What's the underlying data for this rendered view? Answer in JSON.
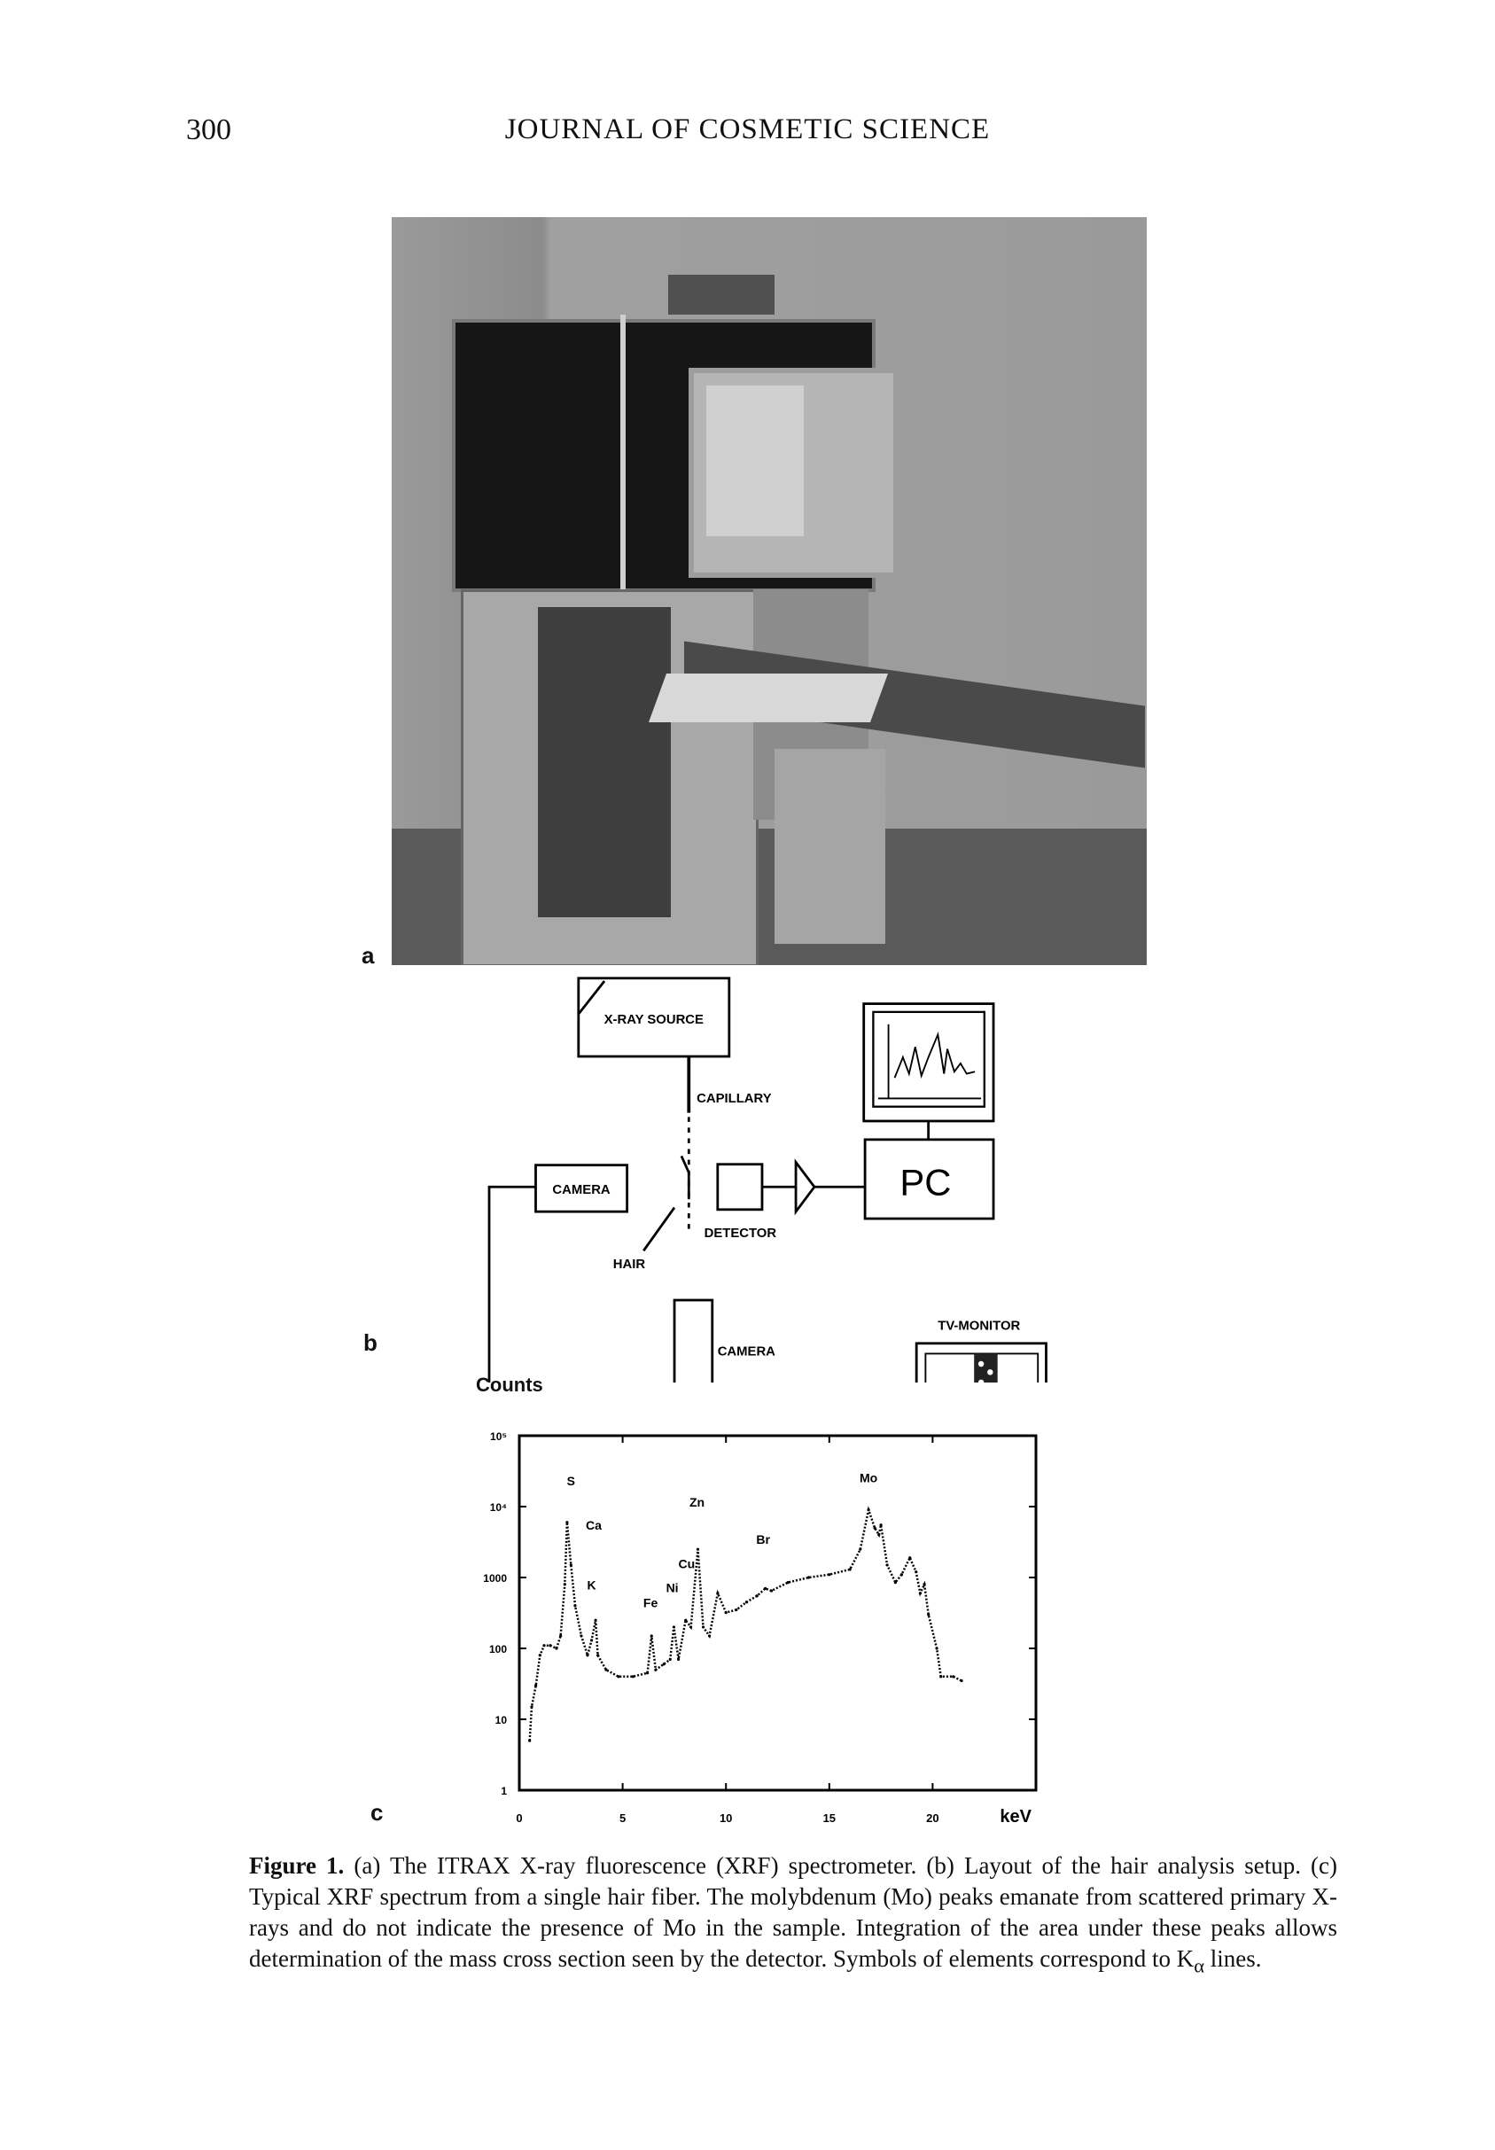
{
  "header": {
    "page_number": "300",
    "journal_title": "JOURNAL OF COSMETIC SCIENCE"
  },
  "figure": {
    "panel_labels": {
      "a": "a",
      "b": "b",
      "c": "c"
    },
    "diagram": {
      "xray_source": "X-RAY SOURCE",
      "capillary": "CAPILLARY",
      "camera_left": "CAMERA",
      "hair": "HAIR",
      "detector": "DETECTOR",
      "pc": "PC",
      "camera_bottom": "CAMERA",
      "tv_monitor": "TV-MONITOR"
    },
    "caption": {
      "label": "Figure 1.",
      "text": "(a) The ITRAX X-ray fluorescence (XRF) spectrometer. (b) Layout of the hair analysis setup. (c) Typical XRF spectrum from a single hair fiber. The molybdenum (Mo) peaks emanate from scattered primary X-rays and do not indicate the presence of Mo in the sample. Integration of the area under these peaks allows determination of the mass cross section seen by the detector. Symbols of elements correspond to K",
      "subscript": "α",
      "tail": " lines."
    }
  },
  "chart_data": {
    "type": "line",
    "title": "",
    "xlabel": "keV",
    "ylabel": "Counts",
    "xlim": [
      0,
      25
    ],
    "ylim": [
      1,
      100000
    ],
    "yscale": "log",
    "grid": false,
    "x_ticks": [
      0,
      5,
      10,
      15,
      20
    ],
    "x_tick_labels": [
      "0",
      "5",
      "10",
      "15",
      "20"
    ],
    "y_ticks": [
      1,
      10,
      100,
      1000,
      10000,
      100000
    ],
    "y_tick_labels": [
      "1",
      "10",
      "100",
      "1000",
      "10⁴",
      "10⁵"
    ],
    "series": [
      {
        "name": "XRF spectrum",
        "x": [
          0.5,
          0.6,
          0.8,
          1.0,
          1.2,
          1.5,
          1.8,
          2.0,
          2.2,
          2.31,
          2.5,
          2.7,
          3.0,
          3.3,
          3.5,
          3.69,
          3.8,
          4.2,
          4.8,
          5.5,
          6.2,
          6.4,
          6.6,
          7.0,
          7.3,
          7.48,
          7.7,
          8.05,
          8.3,
          8.64,
          8.9,
          9.2,
          9.6,
          10.0,
          10.5,
          11.0,
          11.5,
          11.9,
          12.2,
          13.0,
          14.0,
          15.0,
          16.0,
          16.5,
          16.9,
          17.2,
          17.4,
          17.5,
          17.8,
          18.2,
          18.5,
          18.9,
          19.2,
          19.4,
          19.6,
          19.8,
          20.2,
          20.4,
          21.0,
          21.4
        ],
        "y": [
          5,
          15,
          30,
          80,
          110,
          110,
          100,
          150,
          800,
          6000,
          1500,
          400,
          150,
          80,
          130,
          250,
          80,
          50,
          40,
          40,
          45,
          150,
          50,
          60,
          70,
          200,
          70,
          250,
          200,
          2500,
          200,
          150,
          600,
          320,
          350,
          450,
          550,
          700,
          650,
          850,
          1000,
          1100,
          1300,
          2500,
          9000,
          5000,
          4000,
          5500,
          1500,
          850,
          1100,
          1900,
          1200,
          600,
          800,
          300,
          100,
          40,
          40,
          35
        ]
      }
    ],
    "annotations": [
      {
        "text": "S",
        "x": 2.5,
        "y": 20000
      },
      {
        "text": "Ca",
        "x": 3.6,
        "y": 4700
      },
      {
        "text": "K",
        "x": 3.5,
        "y": 680
      },
      {
        "text": "Fe",
        "x": 6.35,
        "y": 380
      },
      {
        "text": "Ni",
        "x": 7.4,
        "y": 620
      },
      {
        "text": "Cu",
        "x": 8.1,
        "y": 1350
      },
      {
        "text": "Zn",
        "x": 8.6,
        "y": 10000
      },
      {
        "text": "Br",
        "x": 11.8,
        "y": 3000
      },
      {
        "text": "Mo",
        "x": 16.9,
        "y": 22000
      }
    ]
  }
}
